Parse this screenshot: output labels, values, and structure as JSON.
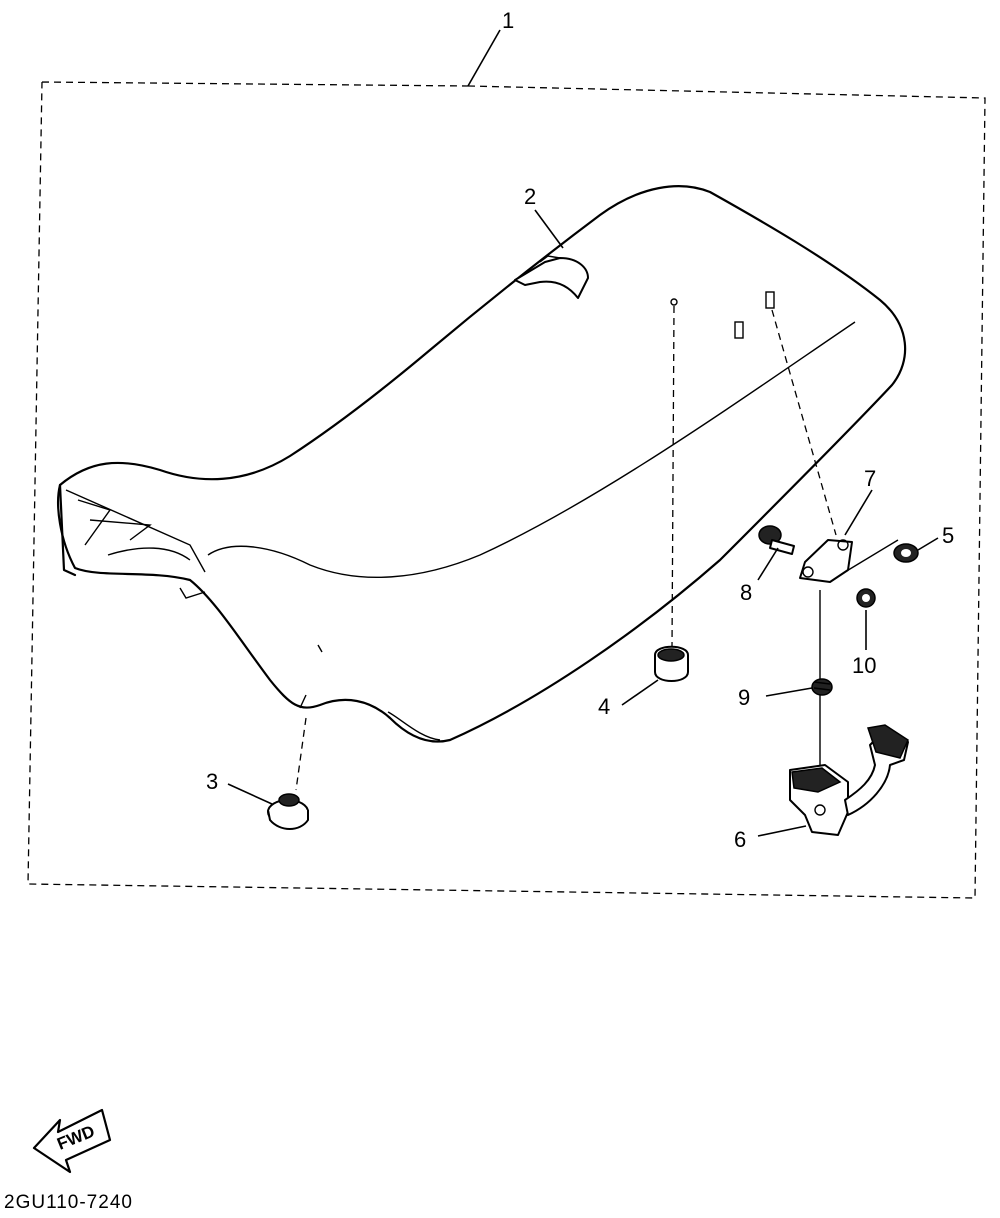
{
  "callouts": {
    "c1": "1",
    "c2": "2",
    "c3": "3",
    "c4": "4",
    "c5": "5",
    "c6": "6",
    "c7": "7",
    "c8": "8",
    "c9": "9",
    "c10": "10"
  },
  "fwd_label": "FWD",
  "diagram_ref": "2GU110-7240"
}
